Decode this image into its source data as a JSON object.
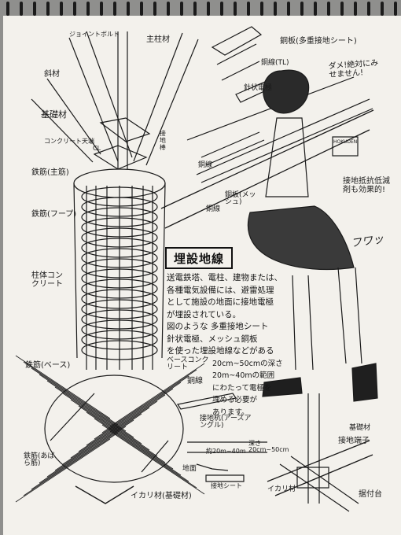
{
  "labels": {
    "joint_bolt": "ジョイントボルト",
    "main_pillar": "主柱材",
    "diagonal": "斜材",
    "foundation_member": "基礎材",
    "concrete_top": "コンクリート天端",
    "cl": "CL",
    "rebar_main": "鉄筋(主筋)",
    "rebar_hoop": "鉄筋(フープ)",
    "pillar_concrete": "柱体コンクリート",
    "rebar_base": "鉄筋(ベース)",
    "rebar_rib": "鉄筋(あばら筋)",
    "base_concrete": "ベースコンクリート",
    "anchor_member": "イカリ材(基礎材)",
    "copper_plate": "銅板(多重接地シート)",
    "copper_wire_tl": "銅線(TL)",
    "needle_electrode": "針状電極",
    "grounding_rod": "接地棒",
    "copper_plate_mesh": "銅板(メッシュ)",
    "copper_wire": "銅線",
    "grounding_pile": "接地杭(アースアングル)",
    "ground_surface": "地面",
    "ground_sheet": "接地シート",
    "depth": "深さ20cm~50cm",
    "width": "約20m~40m",
    "anchor_small": "イカリ材",
    "foundation_small": "基礎材",
    "grounding_terminal": "接地端子",
    "mounting_base": "据付台",
    "reducer_box_label": "HOKUDEN",
    "reducer_note": "接地抵抗低減剤も効果的!",
    "speech": "ダメ!絶対にみせません!",
    "sfx": "フワッ"
  },
  "title": "埋設地線",
  "note": [
    "送電鉄塔、電柱、建物または、",
    "各種電気設備には、避雷処理",
    "として施設の地面に接地電極",
    "が埋設されている。",
    "図のような 多重接地シート",
    "針状電極、メッシュ銅板",
    "を使った埋設地線などがある",
    "20cm~50cmの深さ",
    "20m~40mの範囲",
    "にわたって電極を",
    "埋める必要が",
    "あります。"
  ]
}
